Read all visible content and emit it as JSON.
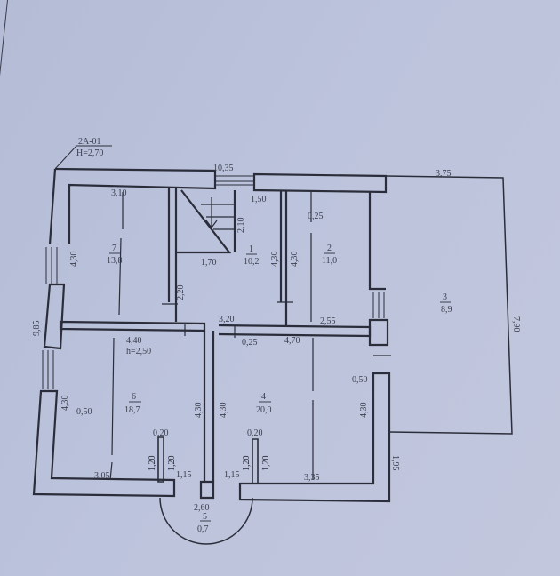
{
  "plan": {
    "sheet_tag": "2А-01",
    "ceiling_height": "H=2,70",
    "overall": {
      "width_top": "10,35",
      "height_left": "9,85",
      "terrace_width": "3,75",
      "terrace_height": "7,90",
      "right_offset": "1,95"
    },
    "rooms": [
      {
        "number": "1",
        "area": "10,2"
      },
      {
        "number": "2",
        "area": "11,0"
      },
      {
        "number": "3",
        "area": "8,9"
      },
      {
        "number": "4",
        "area": "20,0"
      },
      {
        "number": "5",
        "area": "0,7"
      },
      {
        "number": "6",
        "area": "18,7"
      },
      {
        "number": "7",
        "area": "13,8"
      }
    ],
    "dimensions": {
      "room7_width": "3,10",
      "room7_height": "4,30",
      "stair_width": "1,70",
      "stair_length": "2,10",
      "hall_top": "1,50",
      "hall_height": "4,30",
      "hall_partition": "2,20",
      "hall_bottom": "3,20",
      "room2_height": "4,30",
      "room2_offset": "0,25",
      "room2_width": "2,55",
      "room6_width": "4,40",
      "room6_height_note": "h=2,50",
      "room6_offset": "0,50",
      "room6_height": "4,30",
      "room6_bottom": "3,05",
      "room4_width": "4,70",
      "room4_offset_top": "0,25",
      "room4_height_left": "4,30",
      "room4_height_right": "4,30",
      "room4_offset": "0,50",
      "room4_bottom": "3,35",
      "pier_left": "0,20",
      "pier_right": "0,20",
      "pier_h1": "1,20",
      "pier_h2": "1,20",
      "pier_h3": "1,20",
      "pier_h4": "1,20",
      "door_left": "1,15",
      "door_right": "1,15",
      "porch_width": "2,60",
      "room6_wall_height": "4,30",
      "room4_wall_height": "4,30"
    },
    "colors": {
      "line": "#2b2e3a",
      "text": "#3b3f4d",
      "paper": "#bcc3dc"
    }
  }
}
